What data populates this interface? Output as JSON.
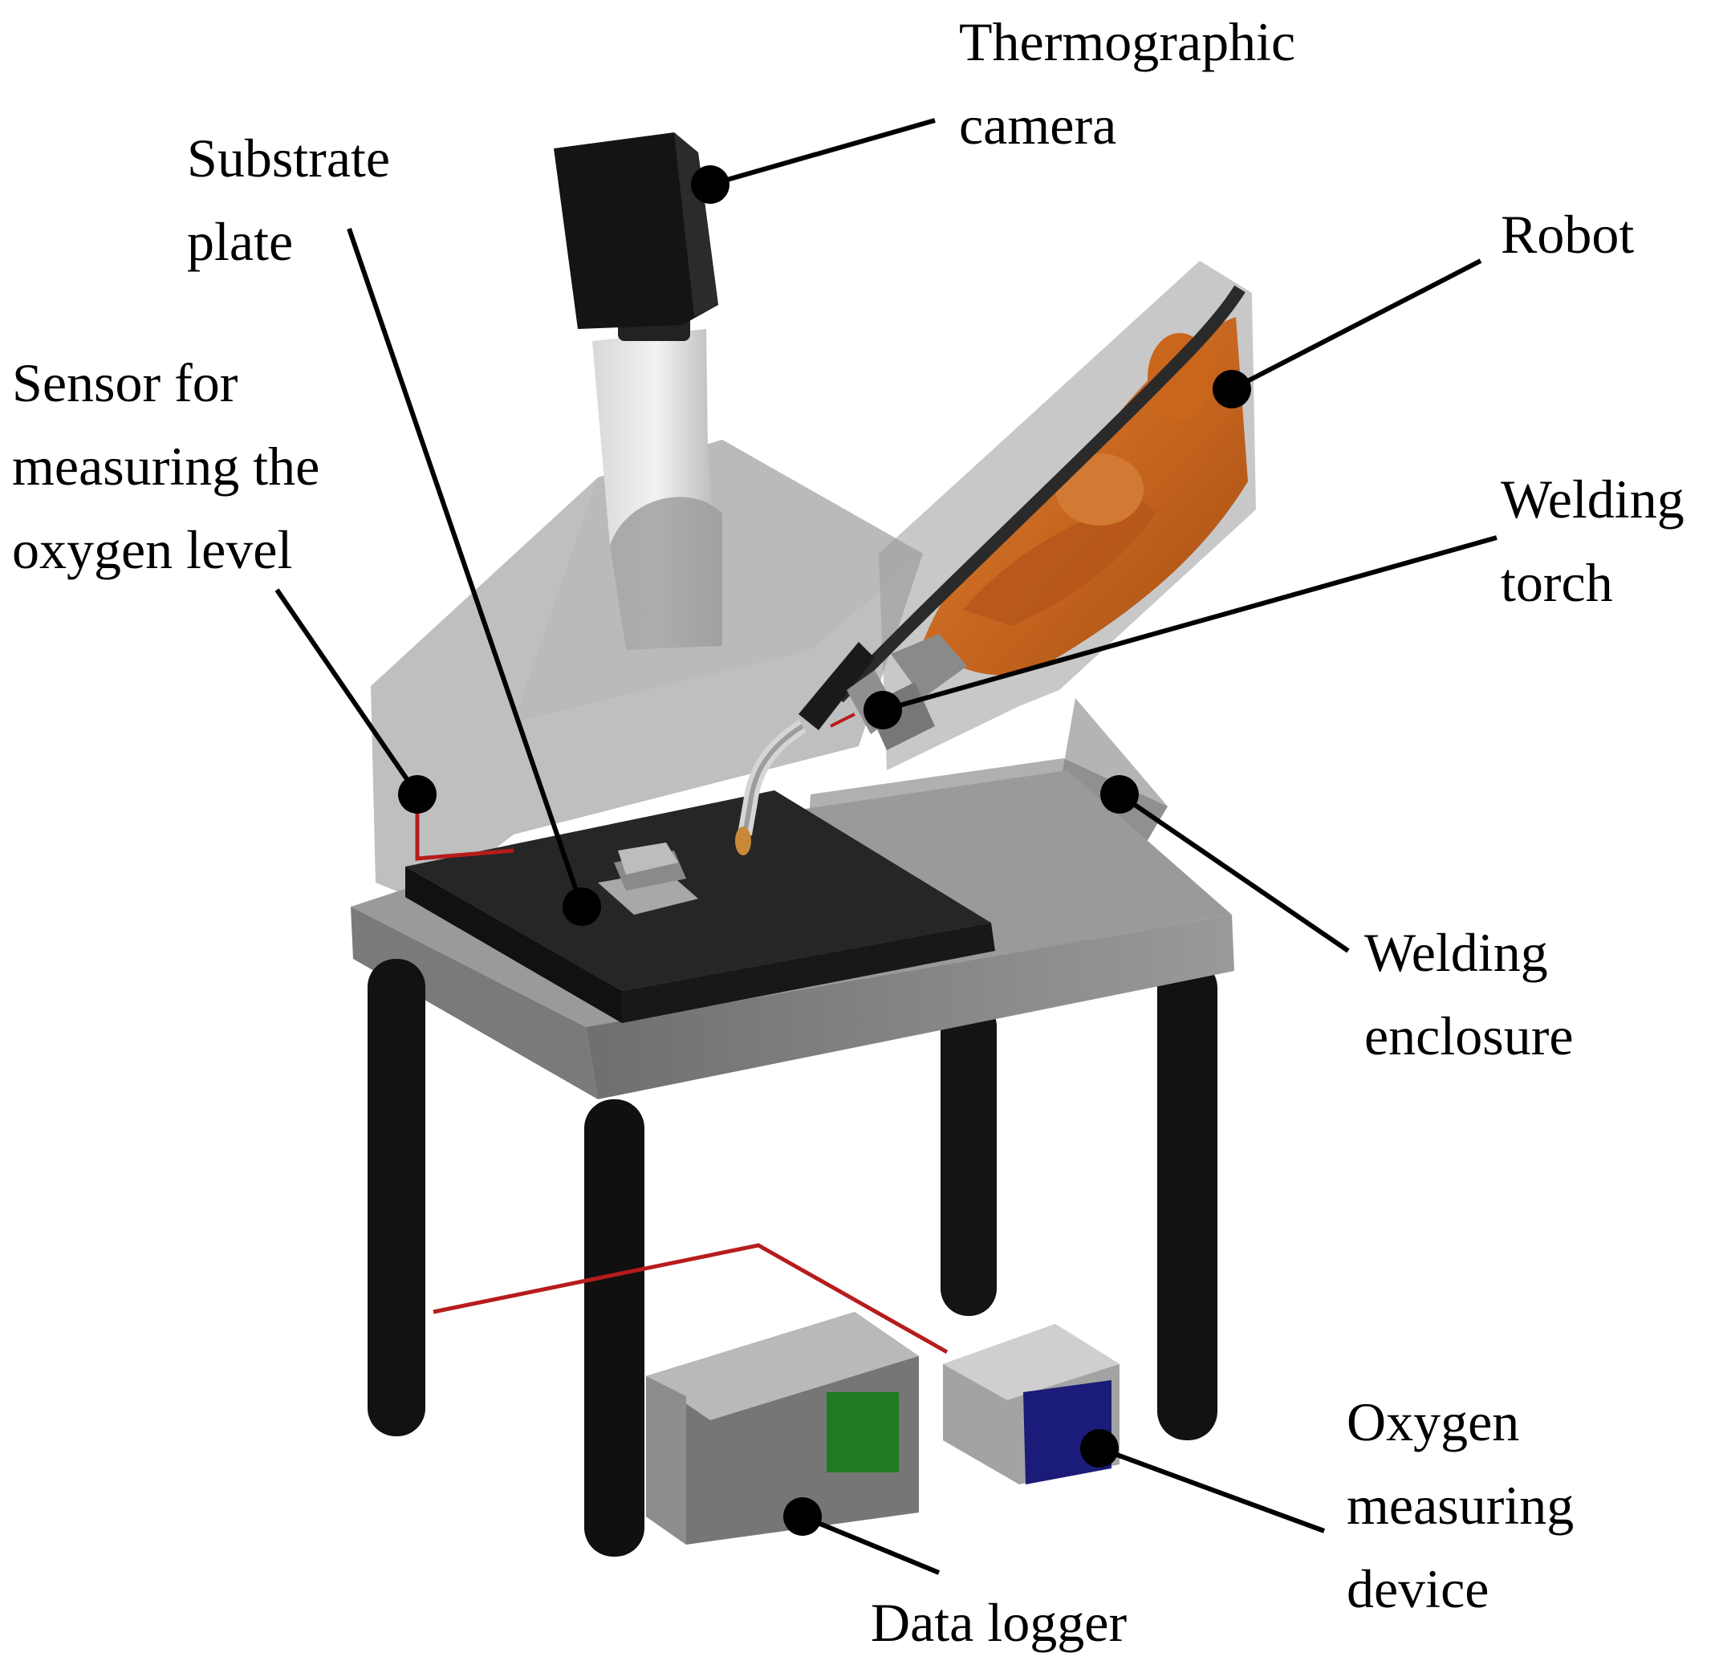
{
  "figure": {
    "colors": {
      "leader_line": "#000000",
      "wire": "#b71c1c",
      "robot_orange": "#d0722a",
      "enclosure_gray": "#9e9e9e",
      "baseplate": "#222222",
      "table_top": "#8c8c8c",
      "legs": "#121212",
      "logger_screen": "#1f7a22",
      "oxygen_screen": "#1b1b7a"
    },
    "labels": {
      "thermographic_camera": [
        "Thermographic",
        "camera"
      ],
      "substrate_plate": [
        "Substrate",
        "plate"
      ],
      "robot": [
        "Robot"
      ],
      "sensor": [
        "Sensor for",
        "measuring the",
        "oxygen level"
      ],
      "welding_torch": [
        "Welding",
        "torch"
      ],
      "welding_enclosure": [
        "Welding",
        "enclosure"
      ],
      "oxygen_device": [
        "Oxygen",
        "measuring",
        "device"
      ],
      "data_logger": [
        "Data logger"
      ]
    }
  }
}
